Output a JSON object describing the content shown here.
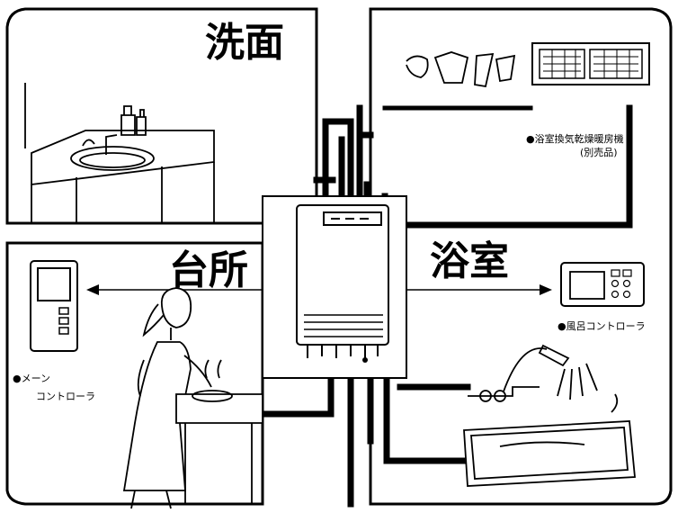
{
  "rooms": {
    "washroom": {
      "title": "洗面"
    },
    "kitchen": {
      "title": "台所"
    },
    "bathroom": {
      "title": "浴室"
    }
  },
  "devices": {
    "main_controller": {
      "line1": "●メーン",
      "line2": "コントローラ"
    },
    "bath_controller": {
      "label": "●風呂コントローラ"
    },
    "bath_dryer": {
      "line1": "●浴室換気乾燥暖房機",
      "line2": "(別売品)"
    }
  }
}
